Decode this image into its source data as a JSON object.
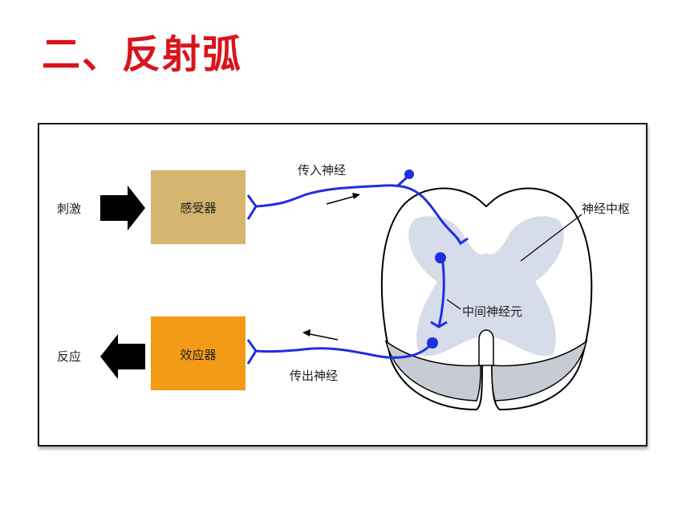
{
  "slide": {
    "title": "二、反射弧"
  },
  "diagram": {
    "labels": {
      "stimulus": "刺激",
      "receptor": "感受器",
      "afferent_nerve": "传入神经",
      "nerve_center": "神经中枢",
      "interneuron": "中间神经元",
      "response": "反应",
      "effector": "效应器",
      "efferent_nerve": "传出神经"
    },
    "colors": {
      "title": "#d9141c",
      "receptor_box": "#d4b46e",
      "effector_box": "#f39a17",
      "nerve": "#1f2fe0",
      "gray_matter": "#d6dcea",
      "white_matter": "#c6cbd4",
      "arrow": "#000000"
    }
  }
}
